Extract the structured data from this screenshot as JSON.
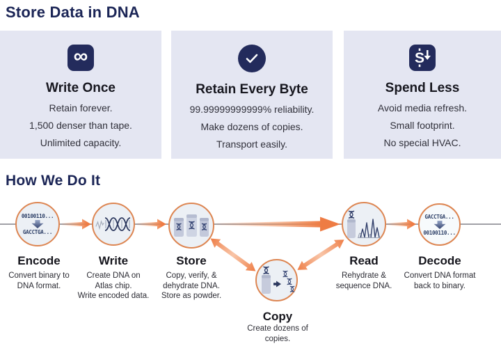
{
  "header": {
    "title": "Store Data in DNA"
  },
  "colors": {
    "heading_navy": "#1B2556",
    "icon_navy": "#232B5C",
    "card_background": "#E4E6F2",
    "accent_orange": "#EE7C44",
    "circle_border_orange": "#DD8551",
    "circle_fill": "#ECF0F5"
  },
  "cards": [
    {
      "icon": "infinity-icon",
      "icon_glyph": "∞",
      "title": "Write Once",
      "lines": [
        "Retain forever.",
        "1,500 denser than tape.",
        "Unlimited capacity."
      ]
    },
    {
      "icon": "check-icon",
      "title": "Retain Every Byte",
      "lines": [
        "99.99999999999% reliability.",
        "Make dozens of copies.",
        "Transport easily."
      ]
    },
    {
      "icon": "dollar-down-icon",
      "title": "Spend Less",
      "lines": [
        "Avoid media refresh.",
        "Small footprint.",
        "No special HVAC."
      ]
    }
  ],
  "flow": {
    "heading": "How We Do It",
    "steps": [
      {
        "name": "Encode",
        "icon": "binary-to-dna-icon",
        "circle_top": "00100110...",
        "circle_bottom": "GACCTGA...",
        "desc": [
          "Convert binary to",
          "DNA format."
        ]
      },
      {
        "name": "Write",
        "icon": "dna-helix-icon",
        "desc": [
          "Create DNA on",
          "Atlas chip.",
          "Write encoded data."
        ]
      },
      {
        "name": "Store",
        "icon": "powder-canisters-icon",
        "desc": [
          "Copy, verify, &",
          "dehydrate DNA.",
          "Store as powder."
        ]
      },
      {
        "name": "Copy",
        "icon": "copy-dna-icon",
        "desc": [
          "Create dozens of",
          "copies."
        ]
      },
      {
        "name": "Read",
        "icon": "sequence-chromatogram-icon",
        "desc": [
          "Rehydrate &",
          "sequence DNA."
        ]
      },
      {
        "name": "Decode",
        "icon": "dna-to-binary-icon",
        "circle_top": "GACCTGA...",
        "circle_bottom": "00100110...",
        "desc": [
          "Convert DNA format",
          "back to binary."
        ]
      }
    ]
  }
}
